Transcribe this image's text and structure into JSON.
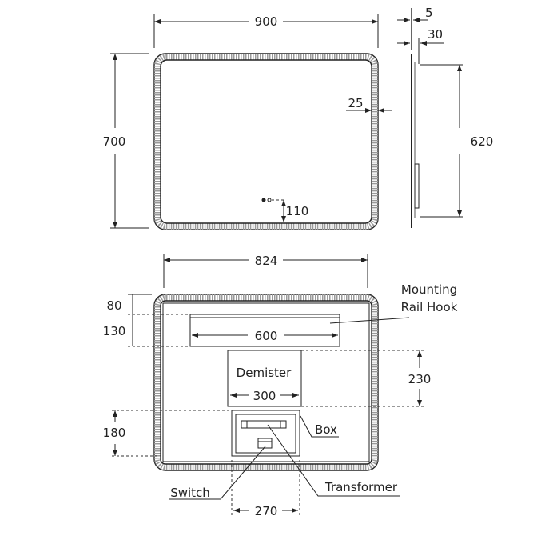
{
  "front_view": {
    "width": "900",
    "height": "700",
    "border": "25",
    "switch_offset": "110"
  },
  "side_view": {
    "glass": "5",
    "depth": "30",
    "rail_height": "620"
  },
  "back_view": {
    "width": "824",
    "rail_top": "80",
    "rail_height": "130",
    "rail_width": "600",
    "demister_label": "Demister",
    "demister_width": "300",
    "demister_height": "230",
    "box_height": "180",
    "box_width": "270",
    "labels": {
      "mounting_line1": "Mounting",
      "mounting_line2": "Rail Hook",
      "box": "Box",
      "switch": "Switch",
      "transformer": "Transformer"
    }
  }
}
